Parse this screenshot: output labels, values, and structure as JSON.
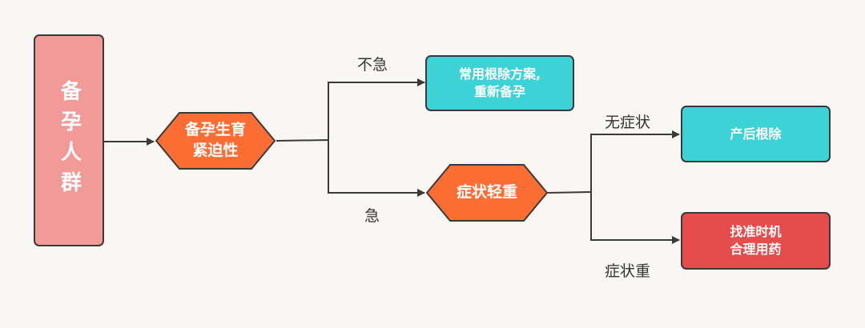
{
  "nodes": {
    "population": "备孕人群",
    "urgency_line1": "备孕生育",
    "urgency_line2": "紧迫性",
    "radical_line1": "常用根除方案,",
    "radical_line2": "重新备孕",
    "severity": "症状轻重",
    "postpartum": "产后根除",
    "medicate_line1": "找准时机",
    "medicate_line2": "合理用药"
  },
  "edges": {
    "not_urgent": "不急",
    "urgent": "急",
    "no_symptoms": "无症状",
    "severe": "症状重"
  },
  "colors": {
    "pink": "#f19a98",
    "orange": "#fb6d33",
    "cyan": "#3dd3d6",
    "red": "#e64c4c",
    "line": "#3a3a3a",
    "background": "#f8f7f3"
  }
}
